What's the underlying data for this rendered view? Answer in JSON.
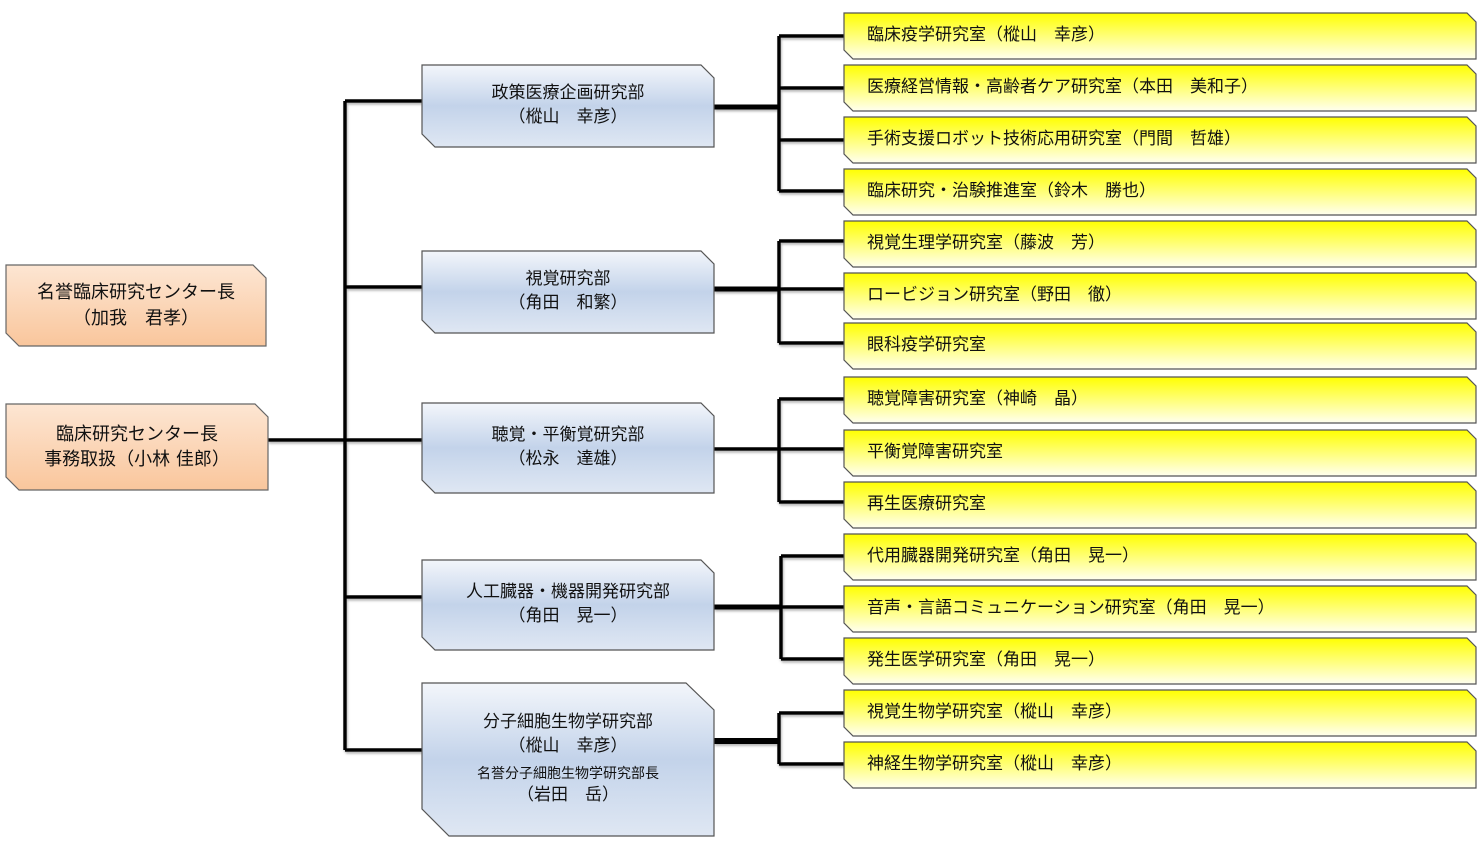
{
  "colors": {
    "orange_top": "#fde6d3",
    "orange_bottom": "#f9c9a0",
    "blue_top": "#f1f5fb",
    "blue_mid": "#c5d4ea",
    "yellow_top": "#ffff00",
    "yellow_bottom": "#ffffee",
    "line": "#000000",
    "border": "#555555"
  },
  "leaders": {
    "emeritus": {
      "title": "名誉臨床研究センター長",
      "name": "（加我　君孝）"
    },
    "director": {
      "title": "臨床研究センター長",
      "name": "事務取扱（小林 佳郎）"
    }
  },
  "departments": [
    {
      "title": "政策医療企画研究部",
      "head": "（樅山　幸彦）",
      "labs": [
        "臨床疫学研究室（樅山　幸彦）",
        "医療経営情報・高齢者ケア研究室（本田　美和子）",
        "手術支援ロボット技術応用研究室（門間　哲雄）",
        "臨床研究・治験推進室（鈴木　勝也）"
      ]
    },
    {
      "title": "視覚研究部",
      "head": "（角田　和繁）",
      "labs": [
        "視覚生理学研究室（藤波　芳）",
        "ロービジョン研究室（野田　徹）",
        "眼科疫学研究室"
      ]
    },
    {
      "title": "聴覚・平衡覚研究部",
      "head": "（松永　達雄）",
      "labs": [
        "聴覚障害研究室（神崎　晶）",
        "平衡覚障害研究室",
        "再生医療研究室"
      ]
    },
    {
      "title": "人工臓器・機器開発研究部",
      "head": "（角田　晃一）",
      "labs": [
        "代用臓器開発研究室（角田　晃一）",
        "音声・言語コミュニケーション研究室（角田　晃一）",
        "発生医学研究室（角田　晃一）"
      ]
    },
    {
      "title": "分子細胞生物学研究部",
      "head": "（樅山　幸彦）",
      "emeritus_title": "名誉分子細胞生物学研究部長",
      "emeritus_name": "（岩田　岳）",
      "labs": [
        "視覚生物学研究室（樅山　幸彦）",
        "神経生物学研究室（樅山　幸彦）"
      ]
    }
  ]
}
